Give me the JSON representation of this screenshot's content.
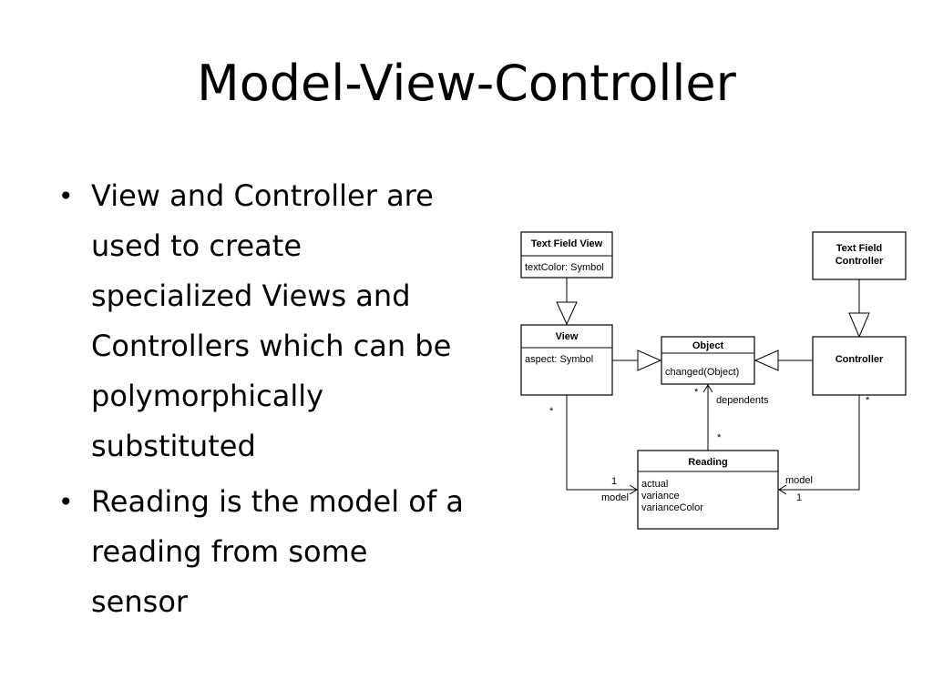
{
  "slide": {
    "title": "Model-View-Controller",
    "bullets": [
      "View and Controller are used to create specialized Views and Controllers which can be polymorphically substituted",
      "Reading is the model of a reading from some sensor"
    ]
  },
  "diagram": {
    "classes": {
      "text_field_view": {
        "name": "Text Field View",
        "attr": "textColor: Symbol"
      },
      "text_field_controller": {
        "name_line1": "Text Field",
        "name_line2": "Controller"
      },
      "view": {
        "name": "View",
        "attr": "aspect: Symbol"
      },
      "object": {
        "name": "Object",
        "method": "changed(Object)"
      },
      "controller": {
        "name": "Controller"
      },
      "reading": {
        "name": "Reading",
        "attrs": [
          "actual",
          "variance",
          "varianceColor"
        ]
      }
    },
    "labels": {
      "dependents": "dependents",
      "star": "*",
      "view_model_mult": "1",
      "view_model_role": "model",
      "ctrl_model_role": "model",
      "ctrl_model_mult": "1"
    }
  }
}
